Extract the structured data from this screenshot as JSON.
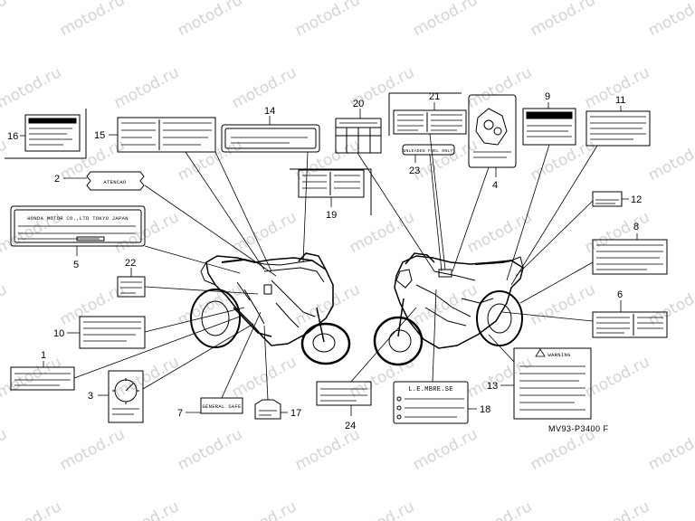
{
  "watermark": {
    "text": "motod.ru"
  },
  "drawing_ref": "MV93-P3400 F",
  "parts": [
    "1",
    "2",
    "3",
    "4",
    "5",
    "6",
    "7",
    "8",
    "9",
    "10",
    "11",
    "12",
    "13",
    "14",
    "15",
    "16",
    "17",
    "18",
    "19",
    "20",
    "21",
    "22",
    "23",
    "24"
  ],
  "label_texts": {
    "l2": "ATENCAO",
    "l5": "HONDA MOTOR CO.,LTD TOKYO JAPAN",
    "l7": "GENERAL SAFE",
    "l13": "WARNING",
    "l18": "L.E.MBRE.SE",
    "l23": "UNLEADED FUEL ONLY"
  }
}
